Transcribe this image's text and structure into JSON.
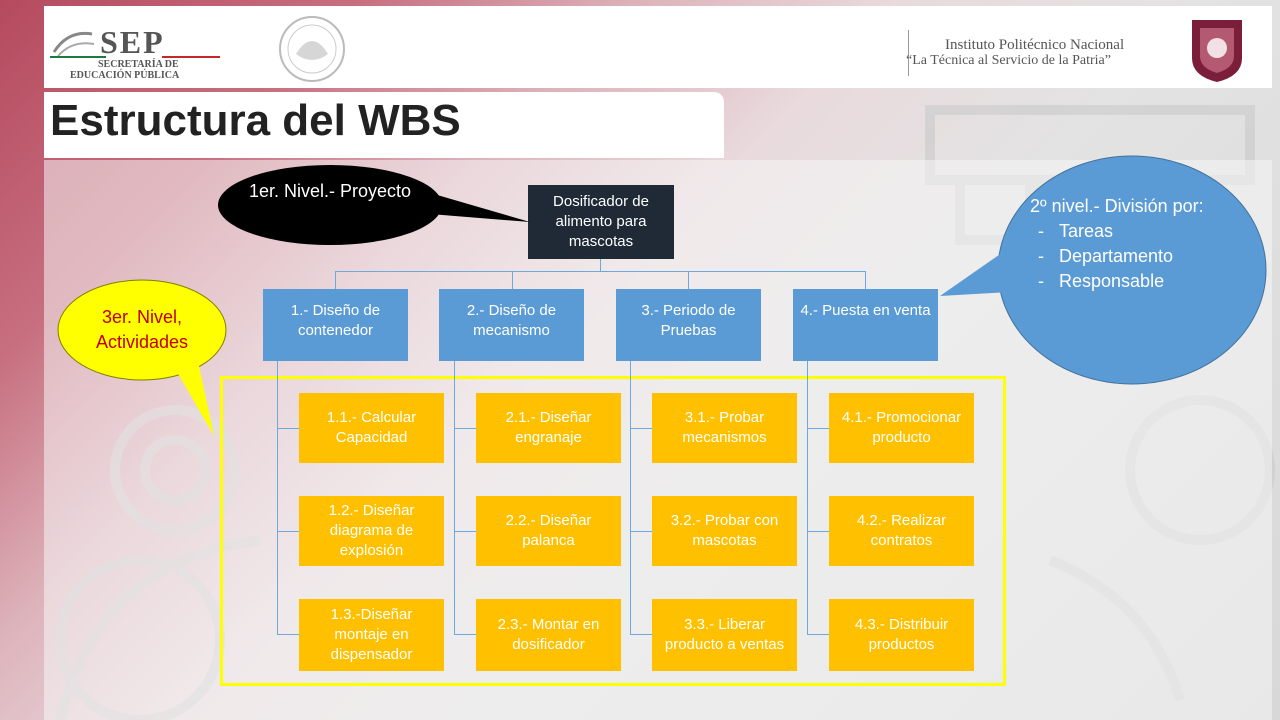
{
  "header": {
    "sep_logo_text": "SEP",
    "sep_subtitle_1": "SECRETARÍA DE",
    "sep_subtitle_2": "EDUCACIÓN PÚBLICA",
    "ipn_name": "Instituto Politécnico Nacional",
    "ipn_motto": "“La Técnica al Servicio de la Patria”"
  },
  "title": "Estructura del WBS",
  "wbs": {
    "root": "Dosificador de alimento para mascotas",
    "branches": [
      {
        "label": "1.- Diseño de contenedor",
        "tasks": [
          "1.1.- Calcular Capacidad",
          "1.2.- Diseñar diagrama de explosión",
          "1.3.-Diseñar montaje en dispensador"
        ]
      },
      {
        "label": "2.- Diseño de mecanismo",
        "tasks": [
          "2.1.- Diseñar engranaje",
          "2.2.- Diseñar palanca",
          "2.3.- Montar en dosificador"
        ]
      },
      {
        "label": "3.- Periodo de Pruebas",
        "tasks": [
          "3.1.- Probar mecanismos",
          "3.2.- Probar con mascotas",
          "3.3.- Liberar producto a ventas"
        ]
      },
      {
        "label": "4.- Puesta en venta",
        "tasks": [
          "4.1.- Promocionar producto",
          "4.2.- Realizar contratos",
          "4.3.- Distribuir productos"
        ]
      }
    ]
  },
  "callouts": {
    "level1": "1er. Nivel.- Proyecto",
    "level3": "3er. Nivel, Actividades",
    "level2_title": "2º nivel.- División por:",
    "level2_items": [
      "Tareas",
      "Departamento",
      "Responsable"
    ]
  },
  "colors": {
    "root": "#1f2a36",
    "level2": "#5b9bd5",
    "level3": "#ffc000",
    "frame": "#ffff00",
    "callout_black": "#000000",
    "callout_yellow": "#ffff00",
    "callout_blue": "#5b9bd5"
  }
}
